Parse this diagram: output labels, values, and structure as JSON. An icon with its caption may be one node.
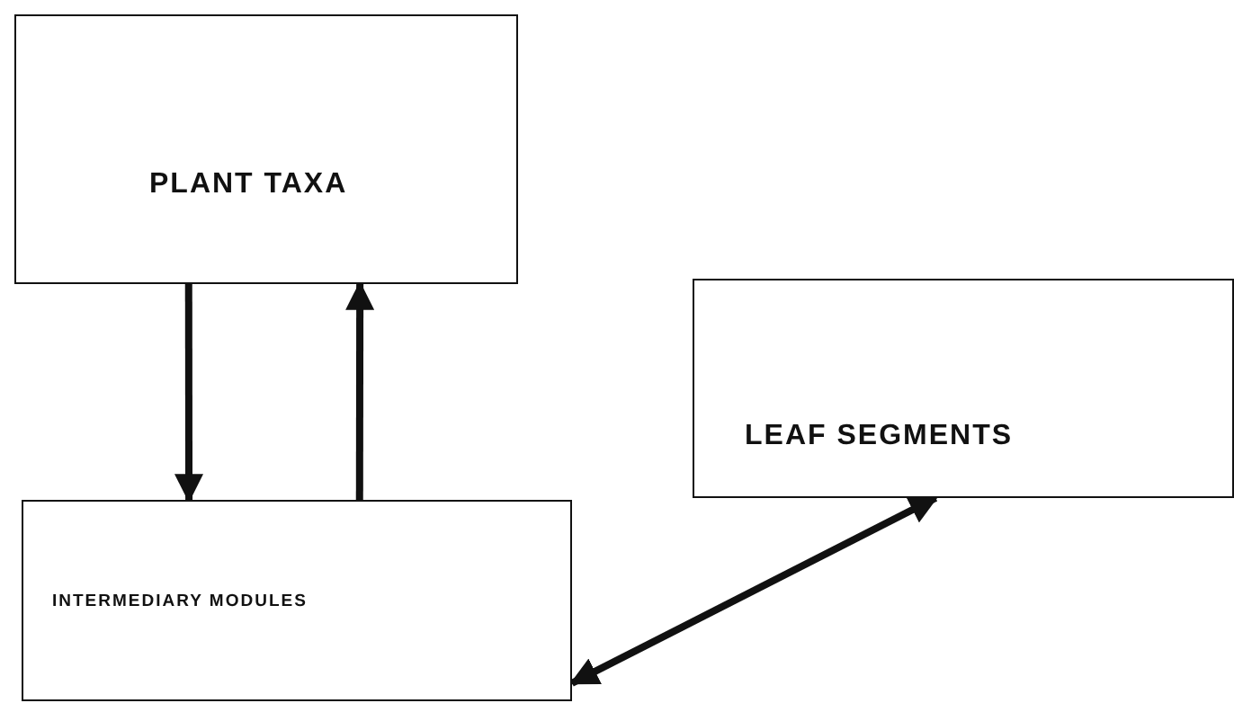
{
  "diagram": {
    "nodes": [
      {
        "text": [
          "PLANT TAXA"
        ]
      },
      {
        "text": [
          "LEAF SEGMENTS"
        ]
      },
      {
        "text": [
          "INTERMEDIARY MODULES"
        ]
      }
    ],
    "edges": [
      {
        "from": 0,
        "to": 2,
        "arrow": "to"
      },
      {
        "from": 2,
        "to": 0,
        "arrow": "to"
      },
      {
        "from": 2,
        "to": 1,
        "arrow": "both"
      }
    ]
  }
}
